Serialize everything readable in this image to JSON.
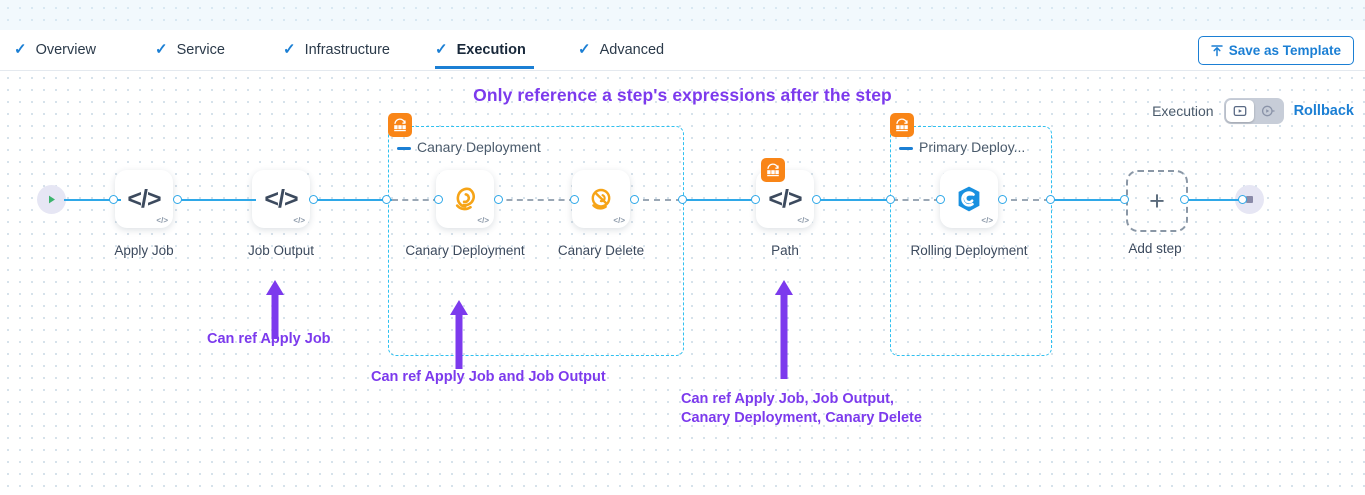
{
  "tabs": [
    {
      "label": "Overview",
      "icon": "check-icon",
      "active": false
    },
    {
      "label": "Service",
      "icon": "check-icon",
      "active": false
    },
    {
      "label": "Infrastructure",
      "icon": "check-icon",
      "active": false
    },
    {
      "label": "Execution",
      "icon": "check-icon",
      "active": true
    },
    {
      "label": "Advanced",
      "icon": "check-icon",
      "active": false
    }
  ],
  "toolbar": {
    "save_as_template": "Save as Template",
    "save_icon": "upload-icon"
  },
  "headline": "Only reference a step's expressions after the step",
  "mode_switch": {
    "execution_label": "Execution",
    "rollback_label": "Rollback",
    "left_icon": "play-rectangle-icon",
    "right_icon": "play-circle-icon",
    "selected": "execution"
  },
  "pipeline": {
    "start_node": {
      "name": "start-node",
      "icon": "play-triangle-icon"
    },
    "end_node": {
      "name": "end-node",
      "icon": "stop-square-icon"
    },
    "add_step": {
      "label": "Add step",
      "icon": "plus-icon"
    },
    "steps": [
      {
        "label": "Apply Job",
        "icon": "code-icon",
        "badge": "code-badge"
      },
      {
        "label": "Job Output",
        "icon": "code-icon",
        "badge": "code-badge"
      },
      {
        "label": "Canary Deployment",
        "icon": "canary-swirl-icon",
        "badge": "code-badge"
      },
      {
        "label": "Canary Delete",
        "icon": "canary-delete-icon",
        "badge": "code-badge"
      },
      {
        "label": "Path",
        "icon": "code-icon",
        "badge": "code-badge"
      },
      {
        "label": "Rolling Deployment",
        "icon": "kubernetes-helm-icon",
        "badge": "code-badge"
      }
    ],
    "groups": [
      {
        "label": "Canary Deployment",
        "badge": "step-group-icon",
        "collapse": "collapse-dash-icon"
      },
      {
        "label": "Primary Deploy...",
        "badge": "step-group-icon",
        "collapse": "collapse-dash-icon"
      }
    ]
  },
  "annotations": [
    {
      "text": "Can ref Apply Job"
    },
    {
      "text": "Can ref Apply Job and Job Output"
    },
    {
      "line1": "Can ref Apply Job, Job Output,",
      "line2": "Canary Deployment, Canary Delete"
    }
  ],
  "colors": {
    "accent_blue": "#1b7fd4",
    "edge_blue": "#2fa8e8",
    "group_border": "#2fc0f0",
    "annotation_purple": "#7c3aed",
    "group_badge_orange": "#f98517"
  }
}
